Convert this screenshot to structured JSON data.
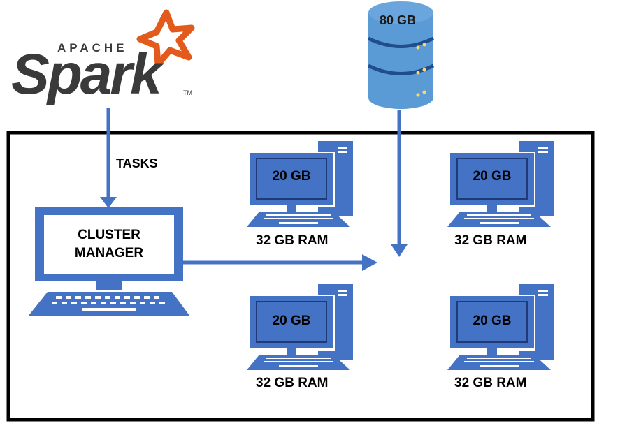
{
  "logo": {
    "apache": "APACHE",
    "spark": "Spark",
    "tm": "TM",
    "star_color": "#e25a1c"
  },
  "colors": {
    "accent": "#4472c4",
    "border": "#000000",
    "db_body": "#5b9bd5"
  },
  "tasks_label": "TASKS",
  "cluster_manager": {
    "line1": "CLUSTER",
    "line2": "MANAGER"
  },
  "storage": {
    "label": "80 GB"
  },
  "workers": [
    {
      "disk": "20 GB",
      "ram": "32 GB RAM"
    },
    {
      "disk": "20 GB",
      "ram": "32 GB RAM"
    },
    {
      "disk": "20 GB",
      "ram": "32 GB RAM"
    },
    {
      "disk": "20 GB",
      "ram": "32 GB RAM"
    }
  ]
}
